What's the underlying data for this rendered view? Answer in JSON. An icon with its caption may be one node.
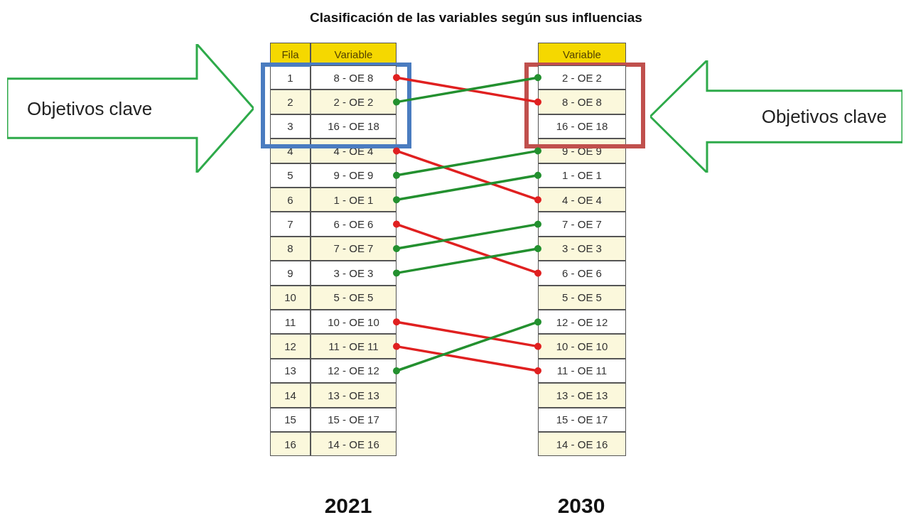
{
  "diagram": {
    "title": "Clasificación de las variables según sus influencias",
    "nodes": [
      {
        "text": [
          "Objetivos clave"
        ]
      },
      {
        "text": [],
        "shape": "box"
      },
      {
        "text": [
          "8 - OE 8"
        ],
        "in": 1
      },
      {
        "text": [
          "2 - OE 2"
        ],
        "in": 1
      },
      {
        "text": [
          "16 - OE 18"
        ],
        "in": 1
      },
      {
        "text": [
          "4 - OE 4"
        ]
      },
      {
        "text": [
          "9 - OE 9"
        ]
      },
      {
        "text": [
          "1 - OE 1"
        ]
      },
      {
        "text": [
          "6 - OE 6"
        ]
      },
      {
        "text": [
          "7 - OE 7"
        ]
      },
      {
        "text": [
          "3 - OE 3"
        ]
      },
      {
        "text": [
          "5 - OE 5"
        ]
      },
      {
        "text": [
          "10 - OE 10"
        ]
      },
      {
        "text": [
          "11 - OE 11"
        ]
      },
      {
        "text": [
          "12 - OE 12"
        ]
      },
      {
        "text": [
          "13 - OE 13"
        ]
      },
      {
        "text": [
          "15 - OE 17"
        ]
      },
      {
        "text": [
          "14 - OE 16"
        ]
      },
      {
        "text": [],
        "shape": "box"
      },
      {
        "text": [
          "2 - OE 2"
        ],
        "in": 18
      },
      {
        "text": [
          "8 - OE 8"
        ],
        "in": 18
      },
      {
        "text": [
          "16 - OE 18"
        ],
        "in": 18
      },
      {
        "text": [
          "9 - OE 9"
        ]
      },
      {
        "text": [
          "1 - OE 1"
        ]
      },
      {
        "text": [
          "4 - OE 4"
        ]
      },
      {
        "text": [
          "7 - OE 7"
        ]
      },
      {
        "text": [
          "3 - OE 3"
        ]
      },
      {
        "text": [
          "6 - OE 6"
        ]
      },
      {
        "text": [
          "5 - OE 5"
        ]
      },
      {
        "text": [
          "12 - OE 12"
        ]
      },
      {
        "text": [
          "10 - OE 10"
        ]
      },
      {
        "text": [
          "11 - OE 11"
        ]
      },
      {
        "text": [
          "13 - OE 13"
        ]
      },
      {
        "text": [
          "15 - OE 17"
        ]
      },
      {
        "text": [
          "14 - OE 16"
        ]
      },
      {
        "text": [
          "Objetivos clave"
        ]
      }
    ],
    "edges": [
      {
        "from": 2,
        "to": 20,
        "arrow": "other",
        "color": "#e02020"
      },
      {
        "from": 3,
        "to": 19,
        "arrow": "other"
      },
      {
        "from": 5,
        "to": 24,
        "arrow": "other",
        "color": "#e02020"
      },
      {
        "from": 6,
        "to": 22,
        "arrow": "other"
      },
      {
        "from": 7,
        "to": 23,
        "arrow": "other"
      },
      {
        "from": 8,
        "to": 27,
        "arrow": "other",
        "color": "#e02020"
      },
      {
        "from": 9,
        "to": 25,
        "arrow": "other"
      },
      {
        "from": 10,
        "to": 26,
        "arrow": "other"
      },
      {
        "from": 12,
        "to": 30,
        "arrow": "other",
        "color": "#e02020"
      },
      {
        "from": 13,
        "to": 31,
        "arrow": "other",
        "color": "#e02020"
      },
      {
        "from": 14,
        "to": 29,
        "arrow": "other"
      }
    ],
    "labels": [
      "Fila",
      "Variable",
      "Variable",
      "1",
      "2",
      "3",
      "4",
      "5",
      "6",
      "7",
      "8",
      "9",
      "10",
      "11",
      "12",
      "13",
      "14",
      "15",
      "16",
      "2021",
      "2030"
    ]
  }
}
